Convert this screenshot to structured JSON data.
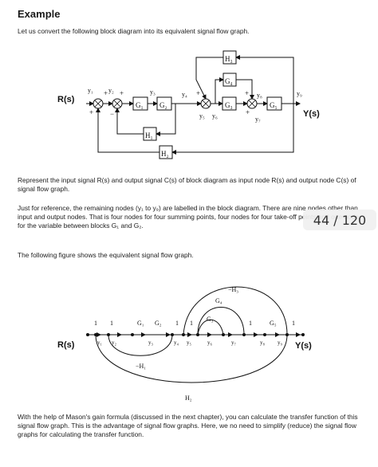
{
  "heading": "Example",
  "intro": "Let us convert the following block diagram into its equivalent signal flow graph.",
  "para_represent": "Represent the input signal R(s) and output signal C(s) of block diagram as input node R(s) and output node C(s) of signal flow graph.",
  "para_reference": "Just for reference, the remaining nodes (y₁ to y₉) are labelled in the block diagram. There are nine nodes other than input and output nodes. That is four nodes for four summing points, four nodes for four take-off points and one node for the variable between blocks G₁ and G₂.",
  "para_following": "The following figure shows the equivalent signal flow graph.",
  "para_mason": "With the help of Mason's gain formula (discussed in the next chapter), you can calculate the transfer function of this signal flow graph. This is the advantage of signal flow graphs. Here, we no need to simplify (reduce) the signal flow graphs for calculating the transfer function.",
  "page_badge": "44 / 120",
  "block_diagram": {
    "input": "R(s)",
    "output": "Y(s)",
    "blocks": {
      "g1": "G₁",
      "g2": "G₂",
      "g3": "G₃",
      "g4": "G₄",
      "g5": "G₅",
      "h1": "H₁",
      "h2": "H₂",
      "h3": "H₃"
    },
    "nodes": {
      "y1": "y₁",
      "y2": "y₂",
      "y3": "y₃",
      "y4": "y₄",
      "y5": "y₅",
      "y6": "y₆",
      "y7": "y₇",
      "y8": "y₈",
      "y9": "y₉"
    },
    "signs": {
      "plus": "+",
      "minus": "−"
    }
  },
  "sfg": {
    "input": "R(s)",
    "output": "Y(s)",
    "nodes": [
      "y₁",
      "y₂",
      "y₃",
      "y₄",
      "y₅",
      "y₆",
      "y₇",
      "y₈",
      "y₉"
    ],
    "gains": {
      "one": "1",
      "g1": "G₁",
      "g2": "G₂",
      "g3": "G₃",
      "g4": "G₄",
      "g5": "G₅",
      "neg_h1": "−H₁",
      "neg_h3": "−H₃",
      "h2": "H₂"
    }
  }
}
